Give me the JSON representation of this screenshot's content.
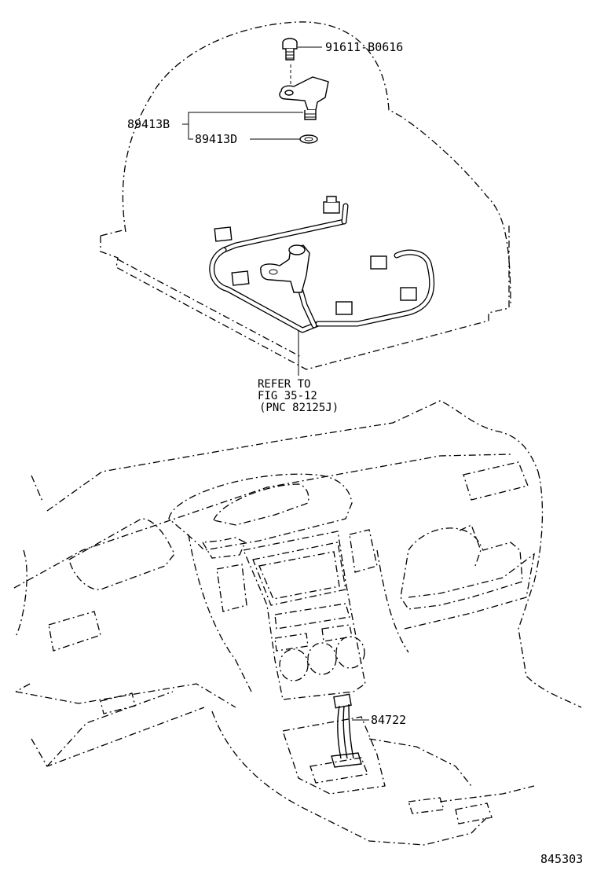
{
  "parts": {
    "bolt": {
      "number": "91611-B0616"
    },
    "sensor": {
      "number": "89413B"
    },
    "o_ring": {
      "number": "89413D"
    },
    "harness_ref": {
      "lines": [
        "REFER TO",
        "FIG 35-12",
        "(PNC 82125J)"
      ]
    },
    "shift_wire": {
      "number": "84722"
    }
  },
  "figure_code": "845303"
}
